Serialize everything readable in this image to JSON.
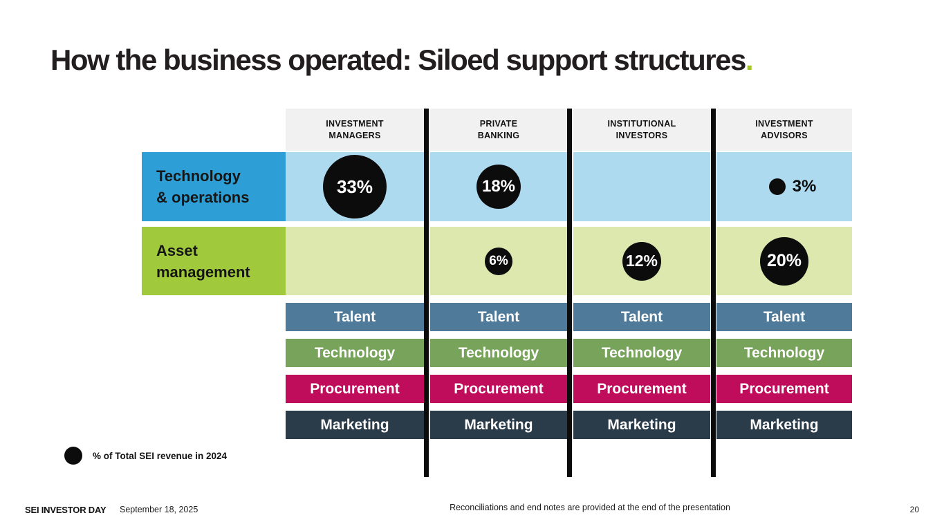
{
  "title": {
    "text": "How the business operated: Siloed support structures",
    "period": ".",
    "accent_color": "#a2c71a"
  },
  "matrix": {
    "columns": [
      {
        "id": "investment-managers",
        "lines": [
          "INVESTMENT",
          "MANAGERS"
        ]
      },
      {
        "id": "private-banking",
        "lines": [
          "PRIVATE",
          "BANKING"
        ]
      },
      {
        "id": "institutional-investors",
        "lines": [
          "INSTITUTIONAL",
          "INVESTORS"
        ]
      },
      {
        "id": "investment-advisors",
        "lines": [
          "INVESTMENT",
          "ADVISORS"
        ]
      }
    ],
    "rows": [
      {
        "id": "technology-operations",
        "label_lines": [
          "Technology",
          "& operations"
        ],
        "label_bg": "#2d9fd6",
        "cell_bg": "#aedaf0",
        "cells": [
          {
            "value": "33%",
            "diameter": 92,
            "label_placement": "inside"
          },
          {
            "value": "18%",
            "diameter": 64,
            "label_placement": "inside"
          },
          null,
          {
            "value": "3%",
            "diameter": 24,
            "label_placement": "outside"
          }
        ]
      },
      {
        "id": "asset-management",
        "label_lines": [
          "Asset",
          "management"
        ],
        "label_bg": "#a1c93c",
        "cell_bg": "#dce8ae",
        "cells": [
          null,
          {
            "value": "6%",
            "diameter": 40,
            "label_placement": "inside"
          },
          {
            "value": "12%",
            "diameter": 56,
            "label_placement": "inside"
          },
          {
            "value": "20%",
            "diameter": 70,
            "label_placement": "inside"
          }
        ]
      }
    ],
    "support_functions": [
      {
        "label": "Talent",
        "color": "#507a99"
      },
      {
        "label": "Technology",
        "color": "#78a35b"
      },
      {
        "label": "Procurement",
        "color": "#bf0c5b"
      },
      {
        "label": "Marketing",
        "color": "#2a3b4a"
      }
    ],
    "circle_color": "#0c0c0c",
    "divider_color": "#0c0c0c"
  },
  "legend": {
    "marker": "black-circle",
    "text": "% of Total SEI revenue in 2024"
  },
  "footer": {
    "brand": "SEI INVESTOR DAY",
    "date": "September 18, 2025",
    "note": "Reconciliations and end notes are provided at the end of the presentation",
    "page_number": "20"
  }
}
